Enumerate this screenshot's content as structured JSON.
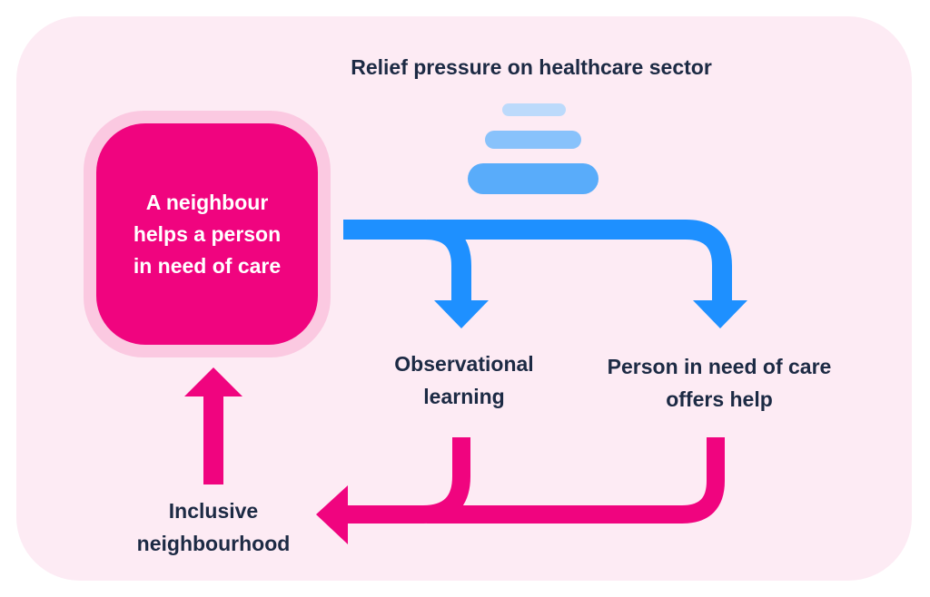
{
  "diagram": {
    "top_label": "Relief pressure on healthcare sector",
    "central_node": "A neighbour helps a person in need of care",
    "outcome_left": "Observational learning",
    "outcome_right": "Person in need of care offers help",
    "loop_result": "Inclusive neighbourhood"
  },
  "colors": {
    "background_panel": "#fdebf4",
    "accent_pink": "#f0047f",
    "accent_blue": "#1e90ff",
    "text_dark": "#1c2a44"
  }
}
